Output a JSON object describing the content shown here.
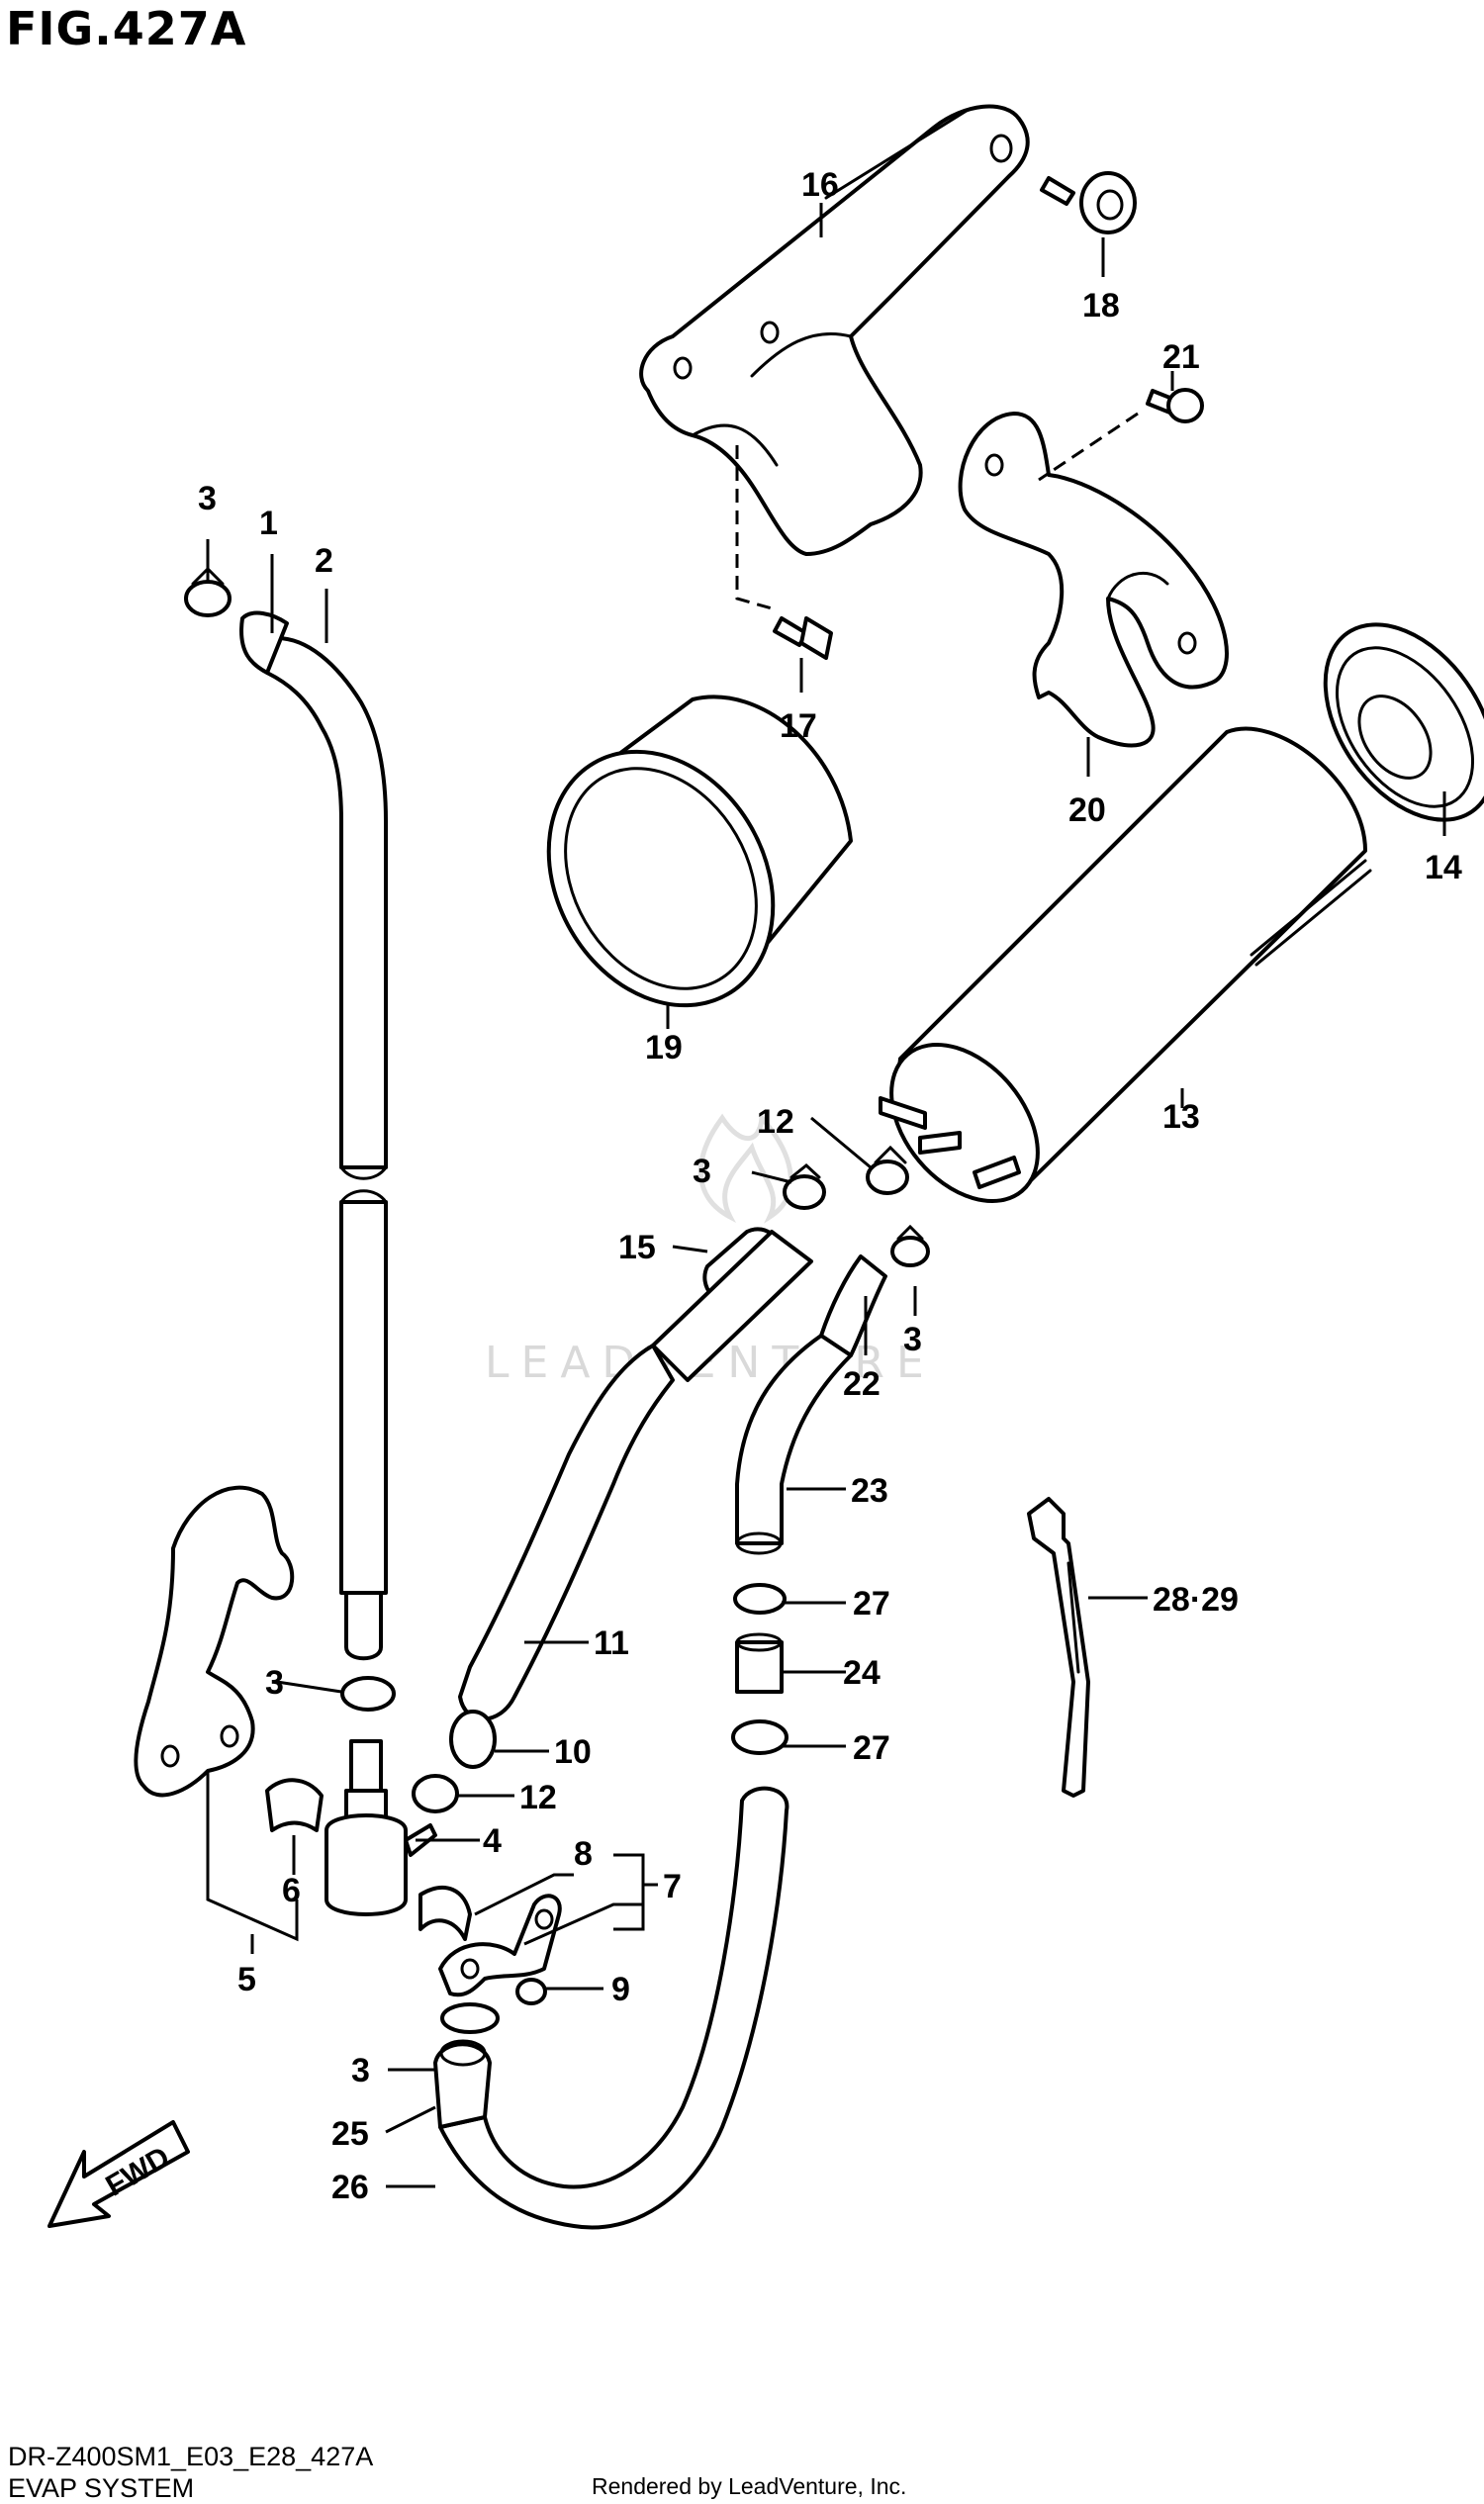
{
  "figure": {
    "title": "FIG.427A"
  },
  "footer": {
    "model_code": "DR-Z400SM1_E03_E28_427A",
    "section_name": "EVAP SYSTEM",
    "rendered_by": "Rendered by LeadVenture, Inc."
  },
  "watermark": {
    "text": "LEADVENTURE"
  },
  "direction_marker": {
    "label": "FWD"
  },
  "callouts": {
    "c1": "1",
    "c2": "2",
    "c3a": "3",
    "c3b": "3",
    "c3c": "3",
    "c3d": "3",
    "c3e": "3",
    "c4": "4",
    "c5": "5",
    "c6": "6",
    "c7": "7",
    "c8": "8",
    "c9": "9",
    "c10": "10",
    "c11": "11",
    "c12a": "12",
    "c12b": "12",
    "c13": "13",
    "c14": "14",
    "c15": "15",
    "c16": "16",
    "c17": "17",
    "c18": "18",
    "c19": "19",
    "c20": "20",
    "c21": "21",
    "c22": "22",
    "c23": "23",
    "c24": "24",
    "c25": "25",
    "c26": "26",
    "c27a": "27",
    "c27b": "27",
    "c2829": "28·29"
  }
}
